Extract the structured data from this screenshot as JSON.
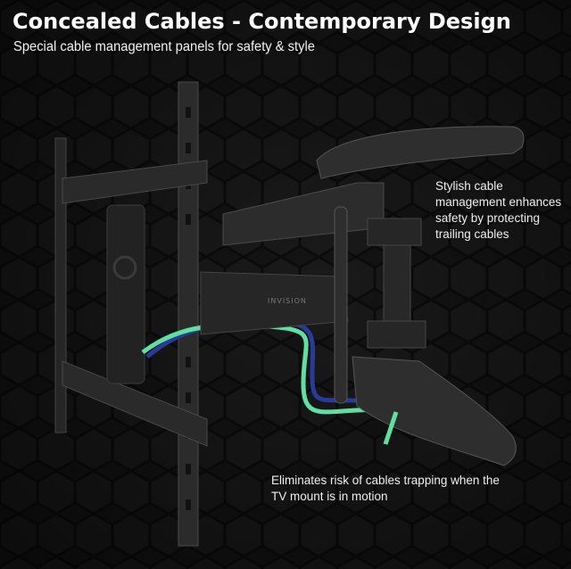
{
  "header": {
    "title": "Concealed Cables - Contemporary Design",
    "subtitle": "Special cable management panels for safety & style"
  },
  "callouts": [
    {
      "text": "Stylish cable management enhances safety by protecting trailing cables"
    },
    {
      "text": "Eliminates risk of cables trapping when the TV mount is in motion"
    }
  ],
  "product": {
    "brand_logo": "INVISION"
  },
  "colors": {
    "background": "#141414",
    "cable_green": "#5fe0a0",
    "cable_blue": "#2a3a9a",
    "metal": "#2a2a2a"
  }
}
